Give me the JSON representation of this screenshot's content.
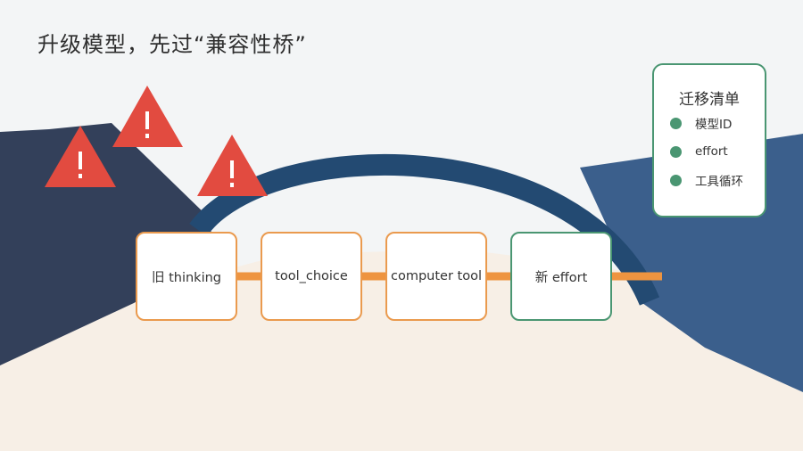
{
  "title": "升级模型，先过“兼容性桥”",
  "steps": [
    {
      "label": "旧 thinking",
      "state": "old"
    },
    {
      "label": "tool_choice",
      "state": "old"
    },
    {
      "label": "computer tool",
      "state": "old"
    },
    {
      "label": "新 effort",
      "state": "new"
    }
  ],
  "checklist": {
    "title": "迁移清单",
    "items": [
      "模型ID",
      "effort",
      "工具循环"
    ]
  },
  "warning_icon": "warning-triangle-icon",
  "colors": {
    "old_border": "#ea9a4e",
    "new_border": "#4a9672",
    "bridge": "#234a72",
    "connector": "#ee9440",
    "warning": "#e24b40"
  }
}
